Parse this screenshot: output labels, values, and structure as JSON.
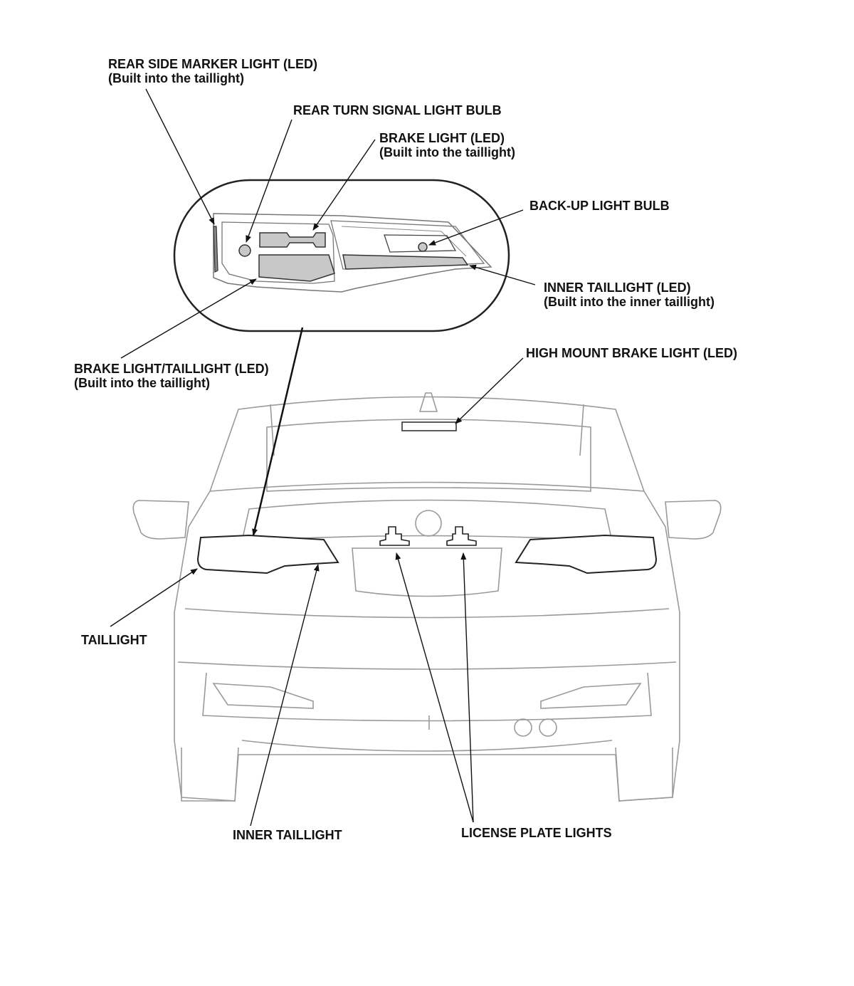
{
  "labels": {
    "rear_side_marker": {
      "line1": "REAR SIDE MARKER LIGHT (LED)",
      "line2": "(Built into the taillight)"
    },
    "rear_turn_signal": {
      "line1": "REAR TURN SIGNAL LIGHT BULB"
    },
    "brake_light": {
      "line1": "BRAKE LIGHT (LED)",
      "line2": "(Built into the taillight)"
    },
    "backup_light": {
      "line1": "BACK-UP LIGHT BULB"
    },
    "inner_taillight_led": {
      "line1": "INNER TAILLIGHT (LED)",
      "line2": "(Built into the inner taillight)"
    },
    "brake_taillight": {
      "line1": "BRAKE LIGHT/TAILLIGHT (LED)",
      "line2": "(Built into the taillight)"
    },
    "high_mount": {
      "line1": "HIGH MOUNT BRAKE LIGHT (LED)"
    },
    "taillight": {
      "line1": "TAILLIGHT"
    },
    "inner_taillight": {
      "line1": "INNER TAILLIGHT"
    },
    "license_plate": {
      "line1": "LICENSE PLATE LIGHTS"
    }
  },
  "colors": {
    "line": "#222222",
    "lamp_fill": "#c8c8c8",
    "body_line": "#9a9a9a"
  }
}
